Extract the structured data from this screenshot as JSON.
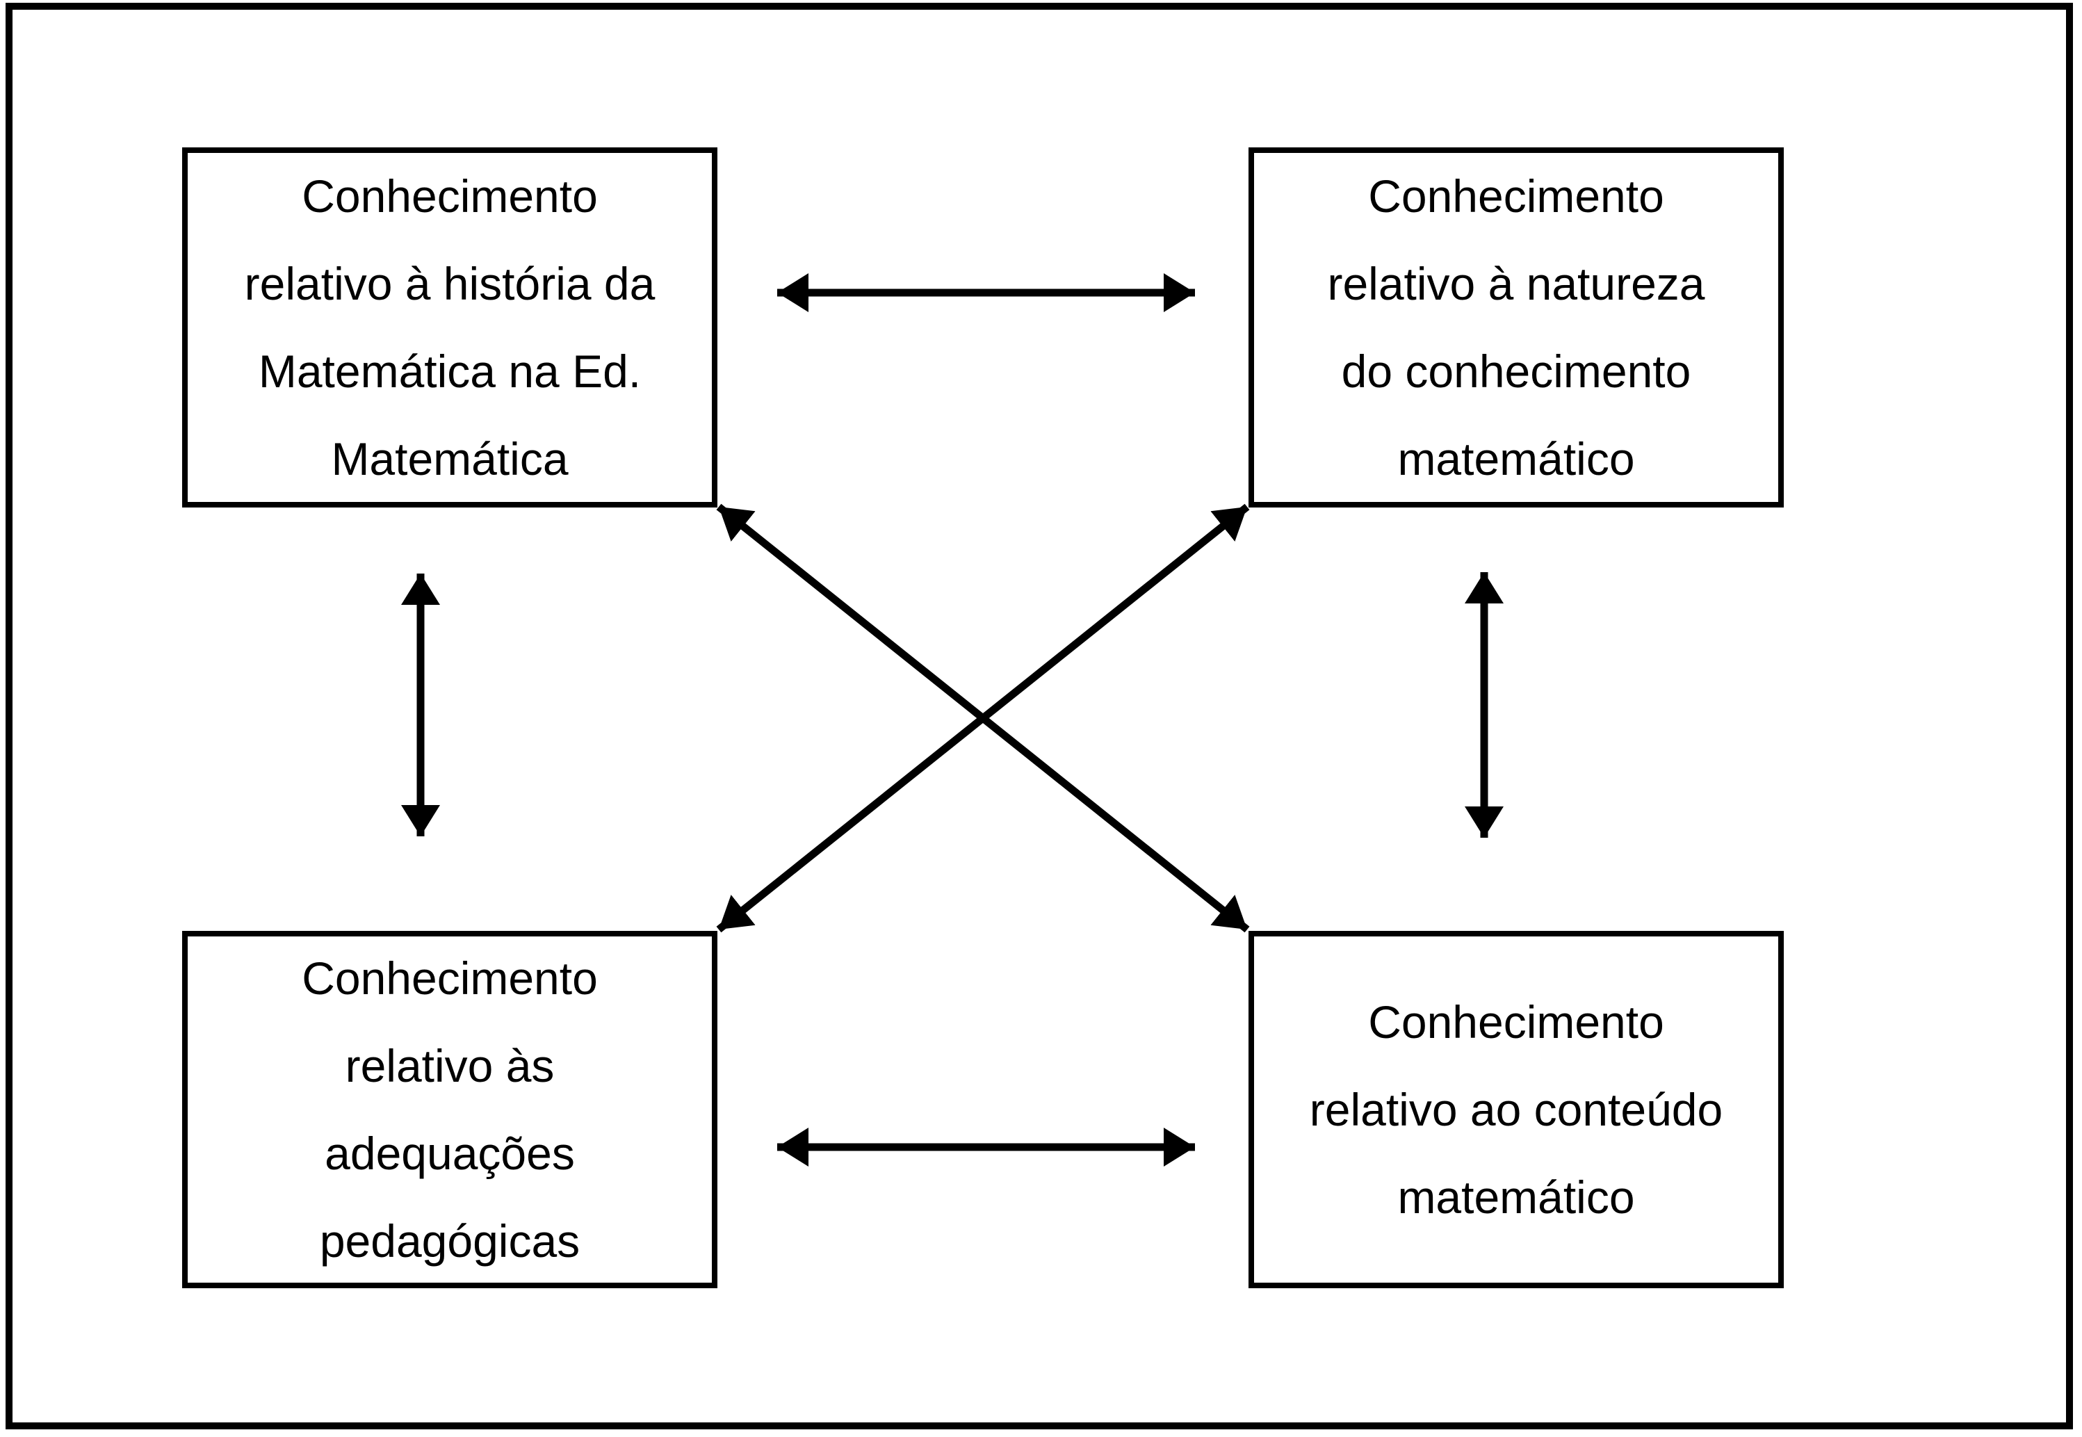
{
  "diagram": {
    "description": "Quadro de quatro tipos de conhecimento ligados por setas bidirecionais",
    "colors": {
      "ink": "#000000",
      "paper": "#ffffff"
    },
    "boxes": [
      {
        "id": "top-left",
        "lines": [
          "Conhecimento",
          "relativo à história da",
          "Matemática na Ed.",
          "Matemática"
        ]
      },
      {
        "id": "top-right",
        "lines": [
          "Conhecimento",
          "relativo à natureza",
          "do conhecimento",
          "matemático"
        ]
      },
      {
        "id": "bottom-left",
        "lines": [
          "Conhecimento",
          "relativo às",
          "adequações",
          "pedagógicas"
        ]
      },
      {
        "id": "bottom-right",
        "lines": [
          "Conhecimento",
          "relativo ao conteúdo",
          "matemático"
        ]
      }
    ],
    "connections": [
      {
        "from": "top-left",
        "to": "top-right",
        "type": "double-arrow",
        "orientation": "horizontal"
      },
      {
        "from": "bottom-left",
        "to": "bottom-right",
        "type": "double-arrow",
        "orientation": "horizontal"
      },
      {
        "from": "top-left",
        "to": "bottom-left",
        "type": "double-arrow",
        "orientation": "vertical"
      },
      {
        "from": "top-right",
        "to": "bottom-right",
        "type": "double-arrow",
        "orientation": "vertical"
      },
      {
        "from": "top-left",
        "to": "bottom-right",
        "type": "double-arrow",
        "orientation": "diagonal"
      },
      {
        "from": "top-right",
        "to": "bottom-left",
        "type": "double-arrow",
        "orientation": "diagonal"
      }
    ]
  }
}
